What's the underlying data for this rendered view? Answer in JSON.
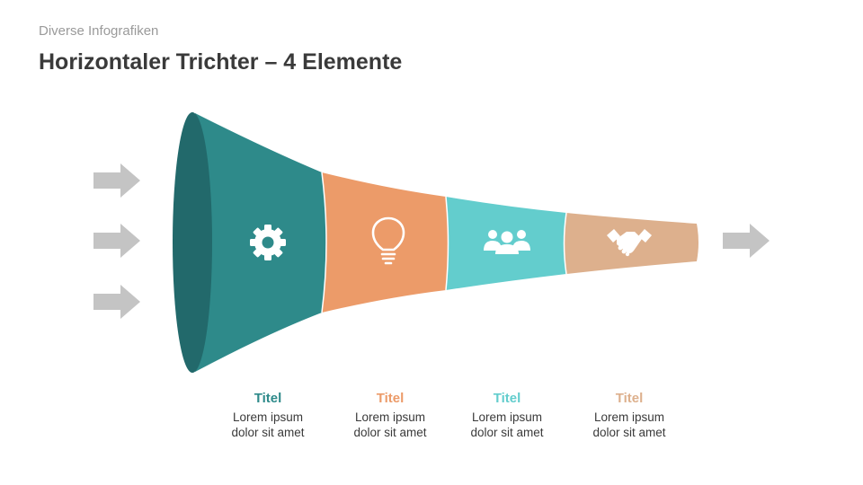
{
  "header": {
    "subtitle": "Diverse Infografiken",
    "title": "Horizontaler Trichter – 4 Elemente"
  },
  "colors": {
    "arrow": "#c4c4c4",
    "mouth": "#22696b",
    "segment1": "#2e8a8a",
    "segment2": "#ec9b69",
    "segment3": "#63cdcd",
    "segment4": "#ddb08d"
  },
  "segments": [
    {
      "icon": "gear-icon",
      "title": "Titel",
      "line1": "Lorem ipsum",
      "line2": "dolor sit amet",
      "color": "#2e8a8a"
    },
    {
      "icon": "lightbulb-icon",
      "title": "Titel",
      "line1": "Lorem ipsum",
      "line2": "dolor sit amet",
      "color": "#ec9b69"
    },
    {
      "icon": "team-icon",
      "title": "Titel",
      "line1": "Lorem ipsum",
      "line2": "dolor sit amet",
      "color": "#63cdcd"
    },
    {
      "icon": "handshake-icon",
      "title": "Titel",
      "line1": "Lorem ipsum",
      "line2": "dolor sit amet",
      "color": "#ddb08d"
    }
  ]
}
